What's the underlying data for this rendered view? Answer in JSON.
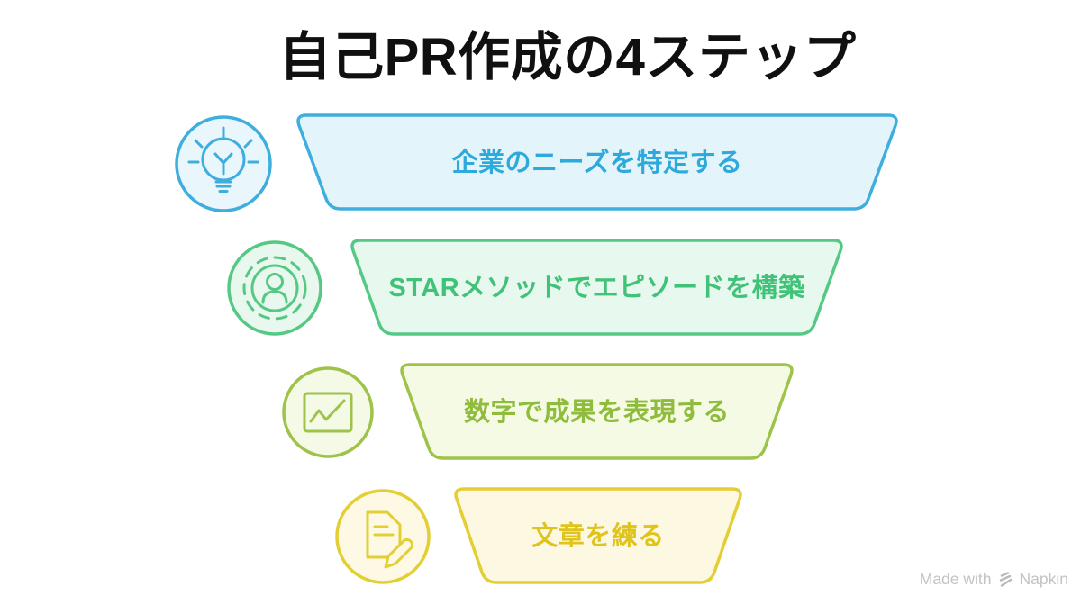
{
  "title": "自己PR作成の4ステップ",
  "steps": [
    {
      "label": "企業のニーズを特定する",
      "icon": "lightbulb-icon",
      "border_color": "#3EAEDE",
      "fill_color": "#E4F4FB",
      "text_color": "#2EA9DC"
    },
    {
      "label": "STARメソッドでエピソードを構築",
      "icon": "person-target-icon",
      "border_color": "#55C884",
      "fill_color": "#E7F8EE",
      "text_color": "#41C279"
    },
    {
      "label": "数字で成果を表現する",
      "icon": "line-chart-icon",
      "border_color": "#9DC349",
      "fill_color": "#F4FAE4",
      "text_color": "#8FBC3C"
    },
    {
      "label": "文章を練る",
      "icon": "document-edit-icon",
      "border_color": "#E3CE33",
      "fill_color": "#FCF8E2",
      "text_color": "#E0C41D"
    }
  ],
  "watermark": {
    "prefix": "Made with",
    "brand": "Napkin",
    "logo": "napkin-logo-icon"
  }
}
